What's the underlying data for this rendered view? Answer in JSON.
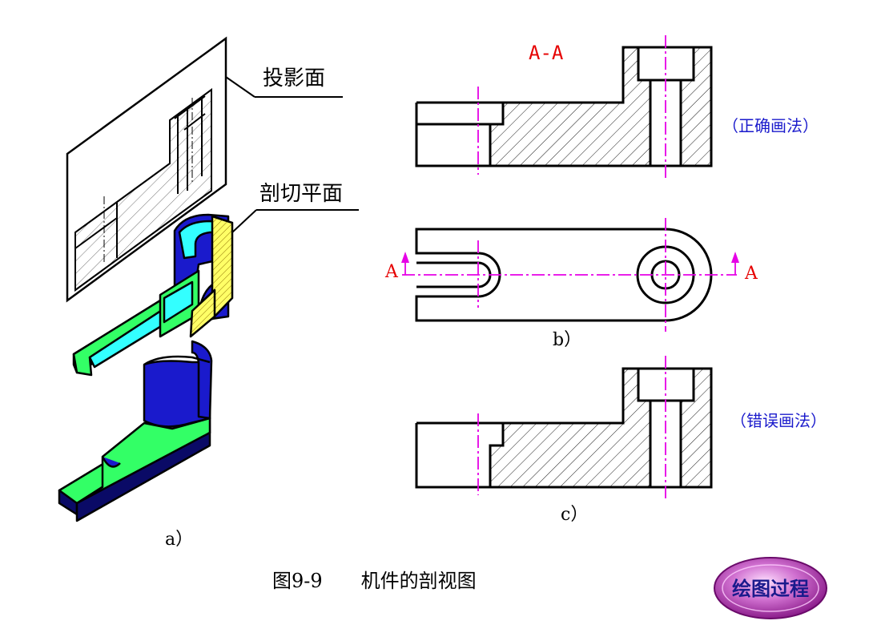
{
  "labels": {
    "projection_plane": "投影面",
    "cutting_plane": "剖切平面",
    "section_title": "A-A",
    "correct_method": "（正确画法）",
    "wrong_method": "（错误画法）",
    "mark_left": "A",
    "mark_right": "A",
    "sub_a": "a）",
    "sub_b": "b）",
    "sub_c": "c）",
    "figure_caption": "图9-9　　机件的剖视图",
    "button": "绘图过程"
  },
  "colors": {
    "outline": "#000000",
    "centerline": "#e600e6",
    "section_label": "#e60000",
    "note_text": "#1a1acc",
    "green": "#33ff66",
    "cyan": "#33ffff",
    "blue": "#1a1acc",
    "navy": "#0a0a66",
    "yellow": "#ffff66",
    "button_fill": "#b03cb0"
  }
}
